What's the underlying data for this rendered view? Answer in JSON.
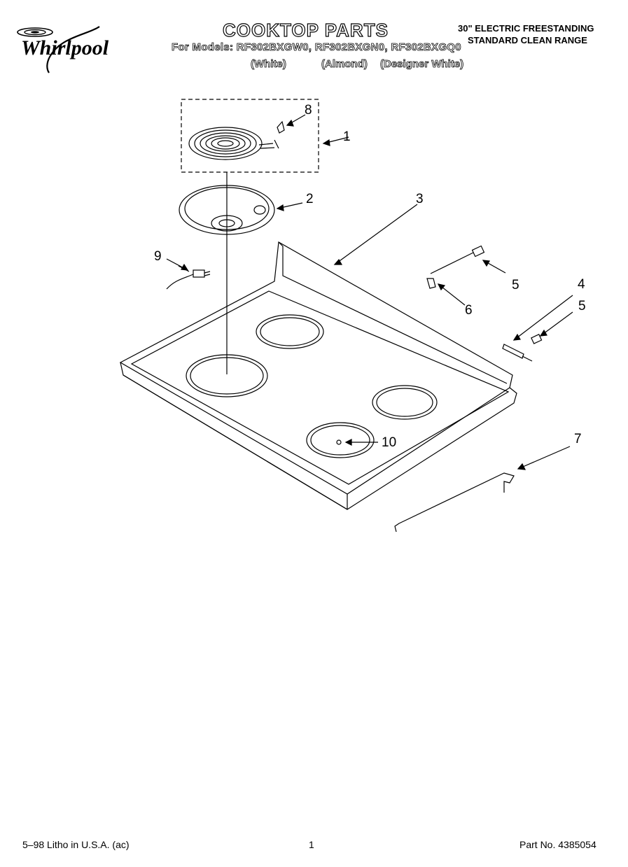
{
  "header": {
    "brand": "Whirlpool",
    "title": "COOKTOP PARTS",
    "models_line": "For Models: RF302BXGW0, RF302BXGN0, RF302BXGQ0",
    "variants": [
      "(White)",
      "(Almond)",
      "(Designer White)"
    ],
    "product_line1": "30\" ELECTRIC FREESTANDING",
    "product_line2": "STANDARD CLEAN RANGE"
  },
  "callouts": {
    "c1": "1",
    "c2": "2",
    "c3": "3",
    "c4": "4",
    "c5a": "5",
    "c5b": "5",
    "c6": "6",
    "c7": "7",
    "c8": "8",
    "c9": "9",
    "c10": "10"
  },
  "footer": {
    "left": "5–98 Litho in U.S.A. (ac)",
    "page": "1",
    "part_no": "Part No. 4385054"
  }
}
